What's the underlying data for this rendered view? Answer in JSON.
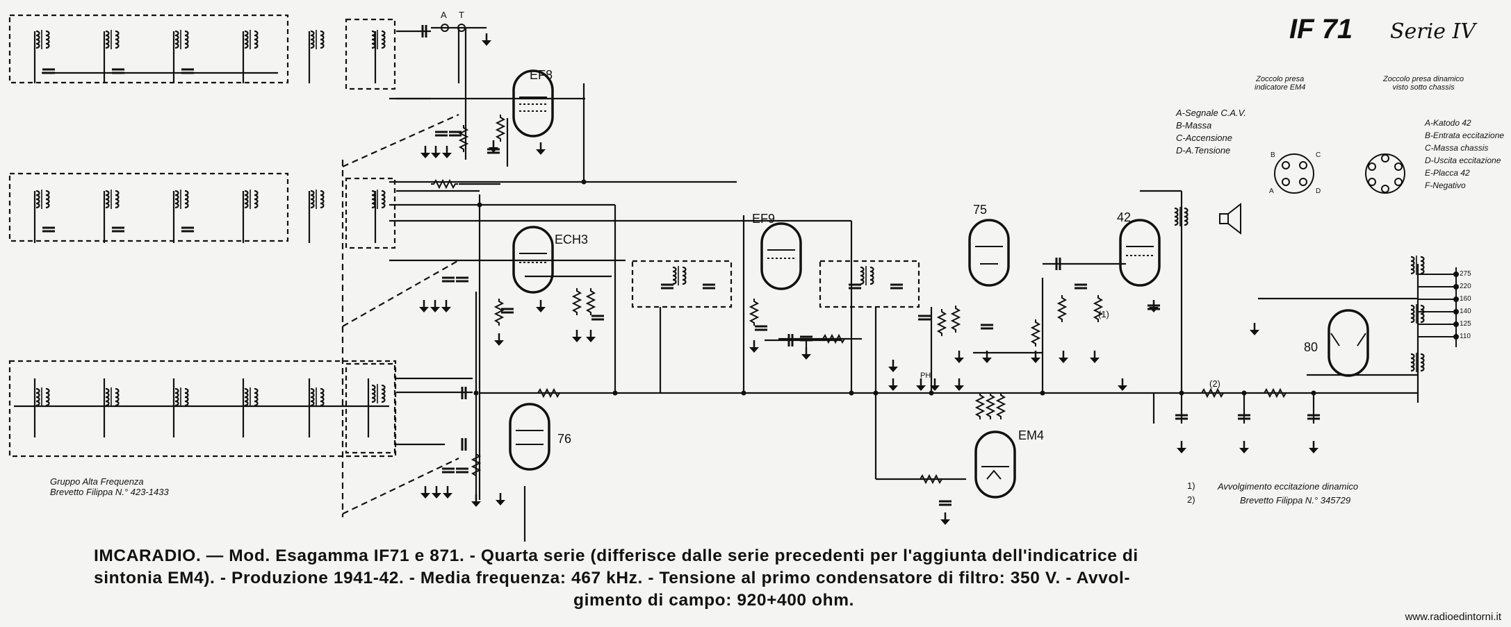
{
  "header": {
    "title": "IF 71",
    "series": "Serie IV"
  },
  "tubes": {
    "ef8": "EF8",
    "ech3": "ECH3",
    "ef9": "EF9",
    "t75": "75",
    "t42": "42",
    "t76": "76",
    "em4": "EM4",
    "t80": "80"
  },
  "socket_em4": {
    "heading_1": "Zoccolo presa",
    "heading_2": "indicatore EM4",
    "pins": [
      "A-Segnale C.A.V.",
      "B-Massa",
      "C-Accensione",
      "D-A.Tensione"
    ],
    "letter_a": "A",
    "letter_b": "B",
    "letter_c": "C",
    "letter_d": "D"
  },
  "socket_dyn": {
    "heading_1": "Zoccolo presa dinamico",
    "heading_2": "visto sotto chassis",
    "pins": [
      "A-Katodo 42",
      "B-Entrata eccitazione",
      "C-Massa chassis",
      "D-Uscita eccitazione",
      "E-Placca 42",
      "F-Negativo"
    ]
  },
  "terminals": {
    "a": "A",
    "t": "T",
    "ph": "PH"
  },
  "voltages": [
    "275",
    "220",
    "160",
    "140",
    "125",
    "110"
  ],
  "notes": {
    "gruppo_1": "Gruppo Alta Frequenza",
    "gruppo_2": "Brevetto Filippa N.° 423-1433",
    "note1_num": "1)",
    "note2_num": "2)",
    "note1": "Avvolgimento eccitazione dinamico",
    "note2": "Brevetto Filippa N.° 345729",
    "mark_1": "(1)",
    "mark_2": "(2)"
  },
  "caption": {
    "line1": "IMCARADIO. — Mod. Esagamma IF71 e 871. - Quarta serie (differisce dalle serie precedenti per l'aggiunta dell'indicatrice di",
    "line2": "sintonia EM4). - Produzione 1941-42. - Media frequenza: 467 kHz. - Tensione al primo condensatore di filtro: 350 V. - Avvol-",
    "line3": "gimento di campo: 920+400 ohm."
  },
  "watermark": "www.radioedintorni.it"
}
